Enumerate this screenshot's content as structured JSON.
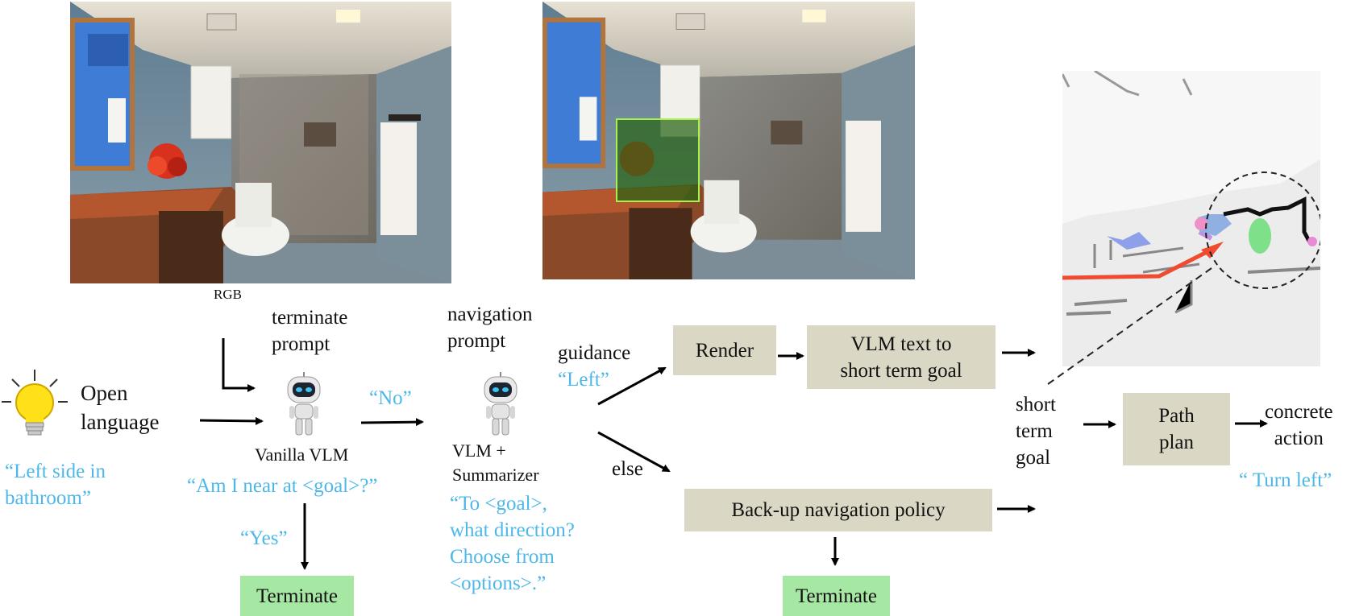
{
  "photos": {
    "rgb_label": "RGB"
  },
  "input": {
    "title_line1": "Open",
    "title_line2": "language",
    "example_line1": "“Left side in",
    "example_line2": "bathroom”"
  },
  "terminate_stage": {
    "prompt_line1": "terminate",
    "prompt_line2": "prompt",
    "model_label": "Vanilla VLM",
    "question": "“Am I  near at  <goal>?”",
    "yes_label": "“Yes”",
    "no_label": "“No”",
    "terminate_label": "Terminate"
  },
  "navigation_stage": {
    "prompt_line1": "navigation",
    "prompt_line2": "prompt",
    "model_line1": "VLM +",
    "model_line2": "Summarizer",
    "question_line1": "“To  <goal>,",
    "question_line2": "what direction?",
    "question_line3": "Choose from",
    "question_line4": "<options>.”"
  },
  "branches": {
    "guidance_label": "guidance",
    "guidance_value": "“Left”",
    "else_label": "else"
  },
  "boxes": {
    "render": "Render",
    "vlm_text_line1": "VLM text to",
    "vlm_text_line2": "short term goal",
    "backup": "Back-up navigation policy",
    "terminate2": "Terminate",
    "path_line1": "Path",
    "path_line2": "plan"
  },
  "goal": {
    "line1": "short",
    "line2": "term",
    "line3": "goal"
  },
  "action": {
    "line1": "concrete",
    "line2": "action",
    "example": "“ Turn left”"
  },
  "colors": {
    "box_fill": "#dbd7c5",
    "terminate_fill": "#a6e8a3",
    "accent_blue": "#4db8e8",
    "map_path_red": "#f04a30"
  }
}
